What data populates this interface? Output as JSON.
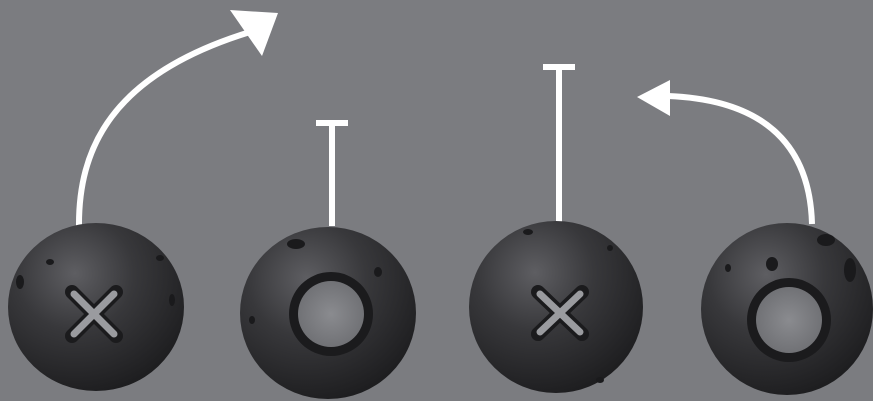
{
  "diagram": {
    "background_color": "#7b7c80",
    "line_color": "#ffffff",
    "players": [
      {
        "mark": "x",
        "move": "curved-arrow-up-right"
      },
      {
        "mark": "o",
        "move": "block-t"
      },
      {
        "mark": "x",
        "move": "block-t"
      },
      {
        "mark": "o",
        "move": "curved-arrow-up-left"
      }
    ],
    "marker_color": "#2f2f31",
    "marker_highlight_color": "#5a5a5e"
  }
}
